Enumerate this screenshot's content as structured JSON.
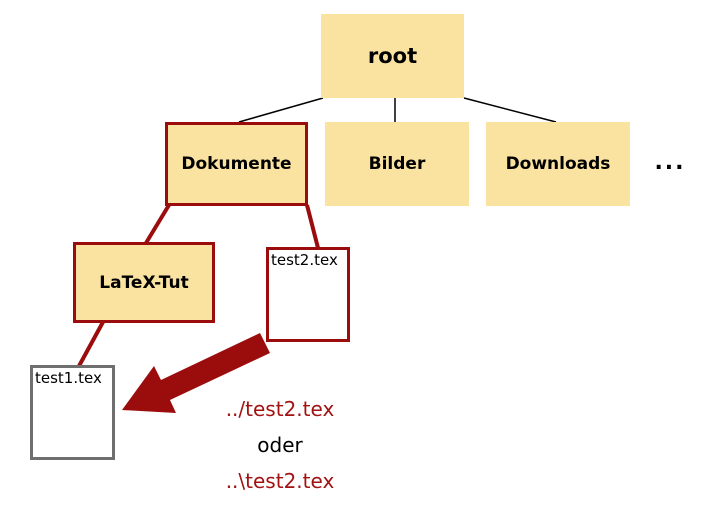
{
  "colors": {
    "folder_fill": "#fae2a0",
    "accent_red": "#9b0d0d",
    "caption_red": "#a31212",
    "file_border_gray": "#6f6f6f",
    "connector_black": "#000000"
  },
  "nodes": {
    "root": "root",
    "dokumente": "Dokumente",
    "bilder": "Bilder",
    "downloads": "Downloads",
    "ellipsis": "...",
    "latex_tut": "LaTeX-Tut",
    "test2": "test2.tex",
    "test1": "test1.tex"
  },
  "caption": {
    "line1": "../test2.tex",
    "line2": "oder",
    "line3": "..\\test2.tex"
  }
}
